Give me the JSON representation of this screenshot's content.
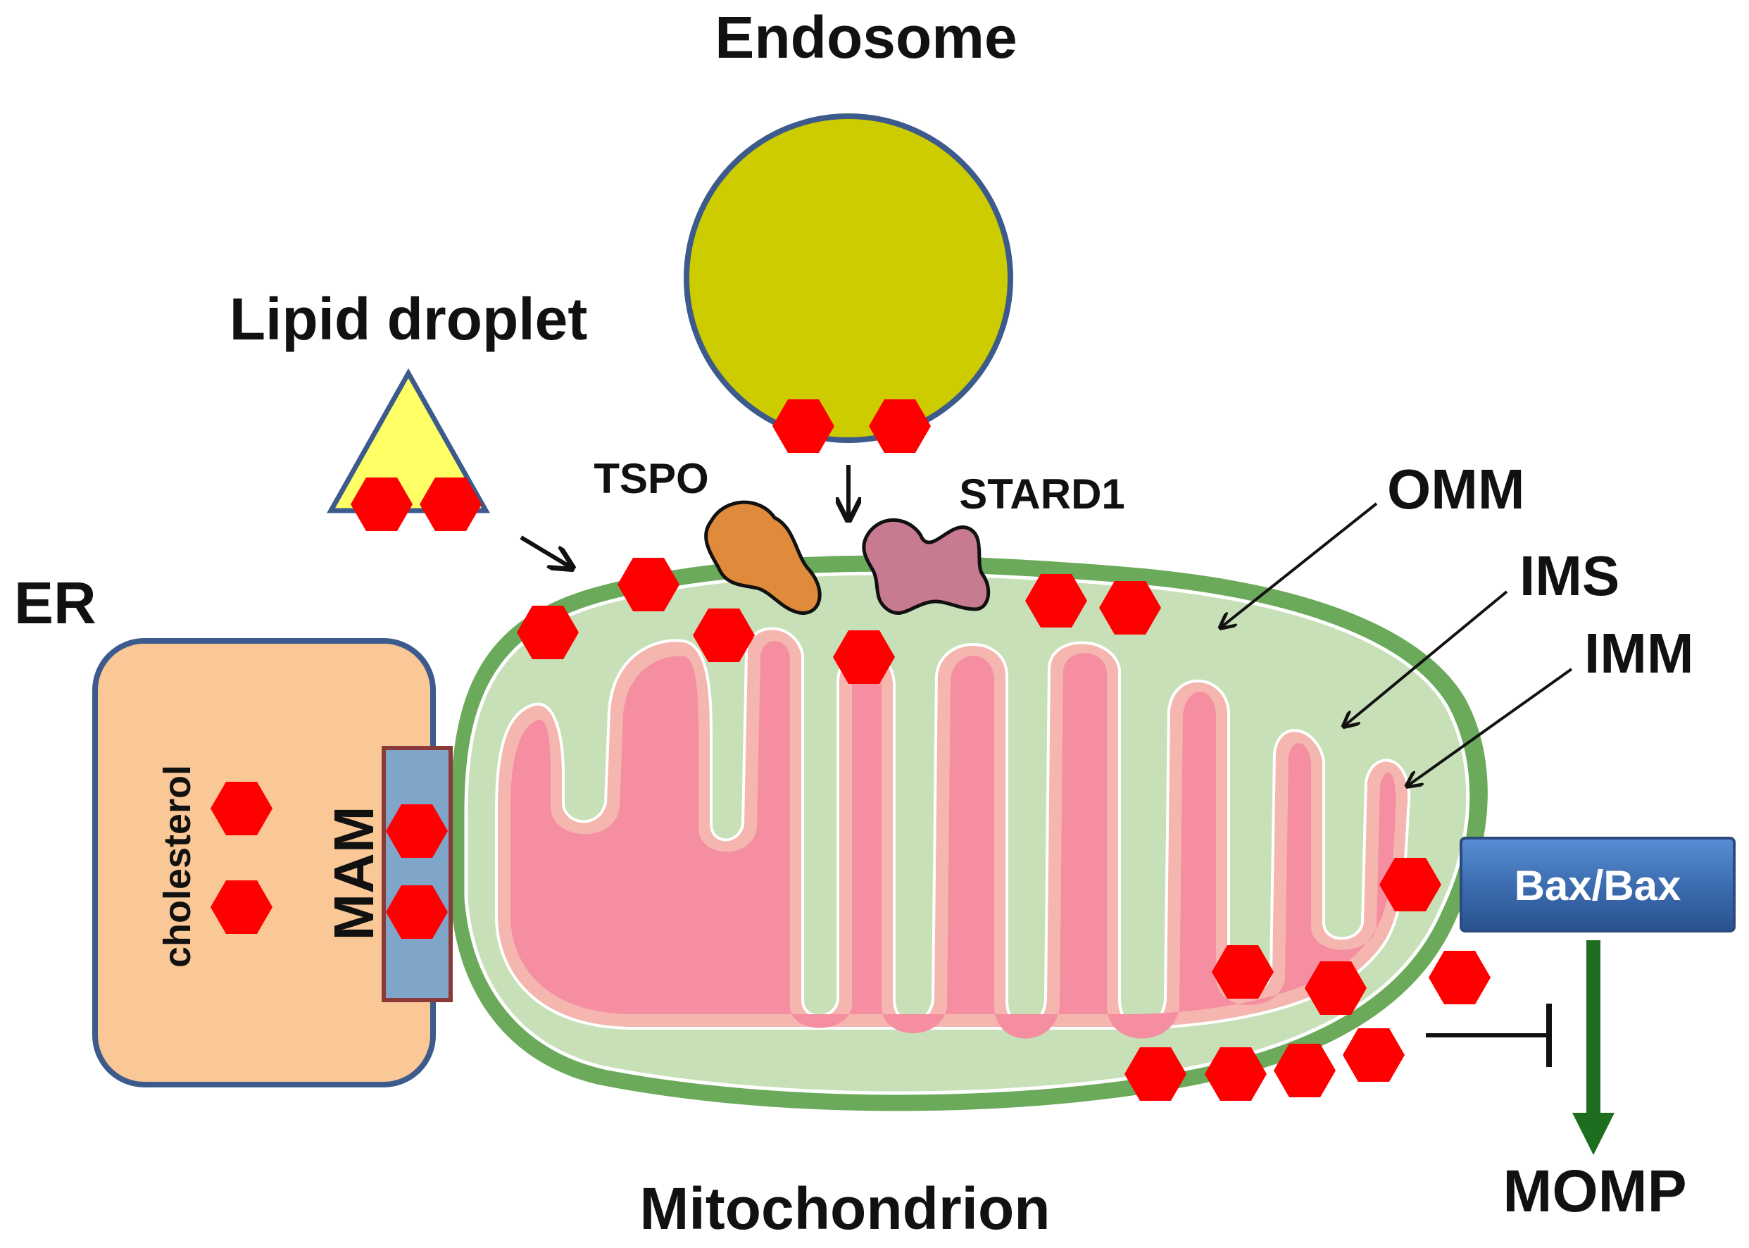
{
  "labels": {
    "endosome": "Endosome",
    "lipid_droplet": "Lipid droplet",
    "er": "ER",
    "tspo": "TSPO",
    "stard1": "STARD1",
    "omm": "OMM",
    "ims": "IMS",
    "imm": "IMM",
    "cholesterol": "cholesterol",
    "mam": "MAM",
    "bax": "Bax/Bax",
    "momp": "MOMP",
    "mitochondrion": "Mitochondrion"
  },
  "colors": {
    "endosome_fill": "#cccc00",
    "endosome_stroke": "#3c5a8c",
    "lipid_fill": "#ffff66",
    "er_fill": "#fac896",
    "er_stroke": "#3c5a8c",
    "mam_fill": "#7fa6c9",
    "mam_stroke": "#8b3a3a",
    "omm_fill": "#6aaa5a",
    "ims_fill": "#c8e0b8",
    "imm_fill": "#f4b6ae",
    "matrix_fill": "#f48ea0",
    "cholesterol_red": "#ff0000",
    "tspo_fill": "#e08a3c",
    "stard1_fill": "#c87a90",
    "bax_fill": "#3c6db0",
    "momp_arrow": "#1f6e1f",
    "line": "#111111"
  },
  "icons": {
    "cholesterol_molecule": "red-hexagon-icon",
    "inhibition": "t-bar-inhibition-icon",
    "arrow": "arrow-icon"
  }
}
